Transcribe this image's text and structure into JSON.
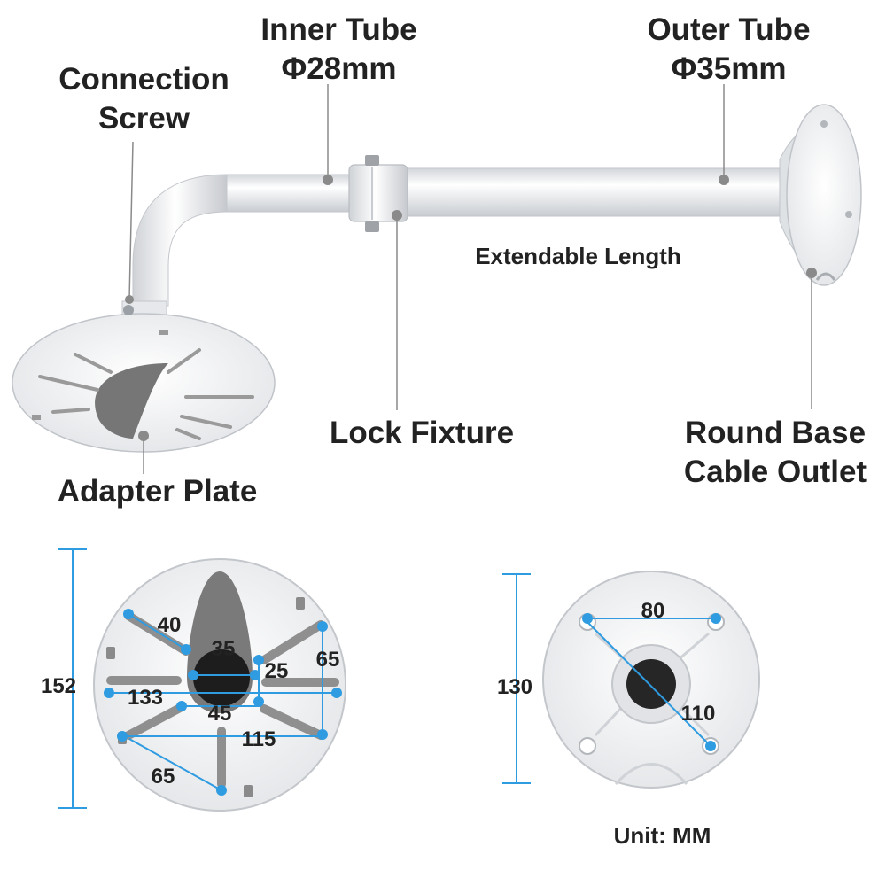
{
  "labels": {
    "inner_tube": "Inner Tube",
    "inner_tube_dia": "Φ28mm",
    "outer_tube": "Outer Tube",
    "outer_tube_dia": "Φ35mm",
    "connection_screw_l1": "Connection",
    "connection_screw_l2": "Screw",
    "extendable_length": "Extendable Length",
    "lock_fixture": "Lock Fixture",
    "round_base": "Round Base",
    "cable_outlet": "Cable Outlet",
    "adapter_plate": "Adapter Plate",
    "unit": "Unit: MM"
  },
  "adapter_dims": {
    "height": "152",
    "d40": "40",
    "d35": "35",
    "d25": "25",
    "d65_right": "65",
    "d133": "133",
    "d45": "45",
    "d115": "115",
    "d65_bottom": "65"
  },
  "base_dims": {
    "height": "130",
    "d80": "80",
    "d110": "110"
  },
  "colors": {
    "bracket": "#f2f3f5",
    "bracket_shadow": "#c9ccd1",
    "dark_grey": "#6f6f6f",
    "leader": "#8a8a8a",
    "dimension": "#2f9be0",
    "text": "#222222"
  }
}
